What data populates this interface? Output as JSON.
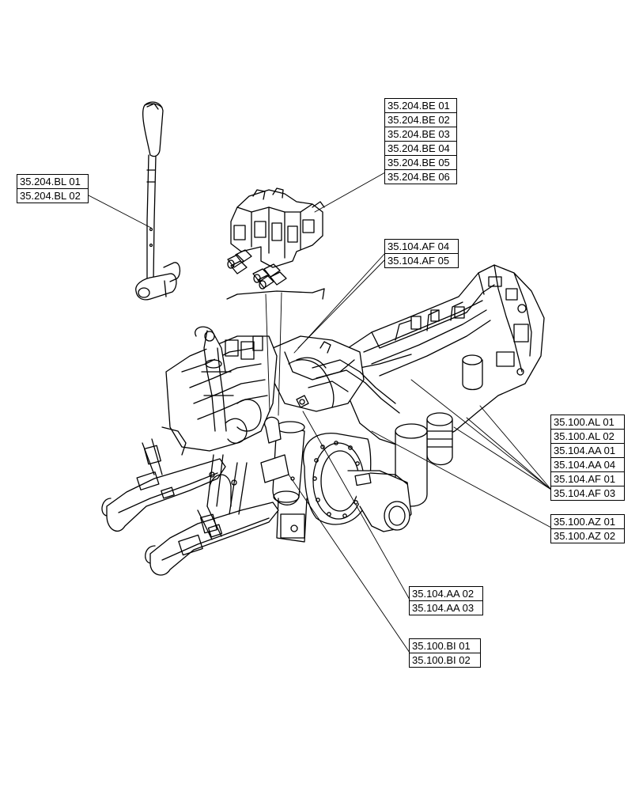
{
  "label_groups": [
    {
      "id": "lever",
      "labels": [
        "35.204.BL 01",
        "35.204.BL 02"
      ]
    },
    {
      "id": "valve-block",
      "labels": [
        "35.204.BE 01",
        "35.204.BE 02",
        "35.204.BE 03",
        "35.204.BE 04",
        "35.204.BE 05",
        "35.204.BE 06"
      ]
    },
    {
      "id": "pipes-upper",
      "labels": [
        "35.104.AF 04",
        "35.104.AF 05"
      ]
    },
    {
      "id": "right-stack",
      "labels": [
        "35.100.AL 01",
        "35.100.AL 02",
        "35.104.AA 01",
        "35.104.AA 04",
        "35.104.AF 01",
        "35.104.AF 03"
      ]
    },
    {
      "id": "lift-arms",
      "labels": [
        "35.100.AZ 01",
        "35.100.AZ 02"
      ]
    },
    {
      "id": "cylinder",
      "labels": [
        "35.104.AA 02",
        "35.104.AA 03"
      ]
    },
    {
      "id": "ram",
      "labels": [
        "35.100.BI 01",
        "35.100.BI 02"
      ]
    }
  ],
  "colors": {
    "line": "#000000",
    "background": "#ffffff"
  }
}
